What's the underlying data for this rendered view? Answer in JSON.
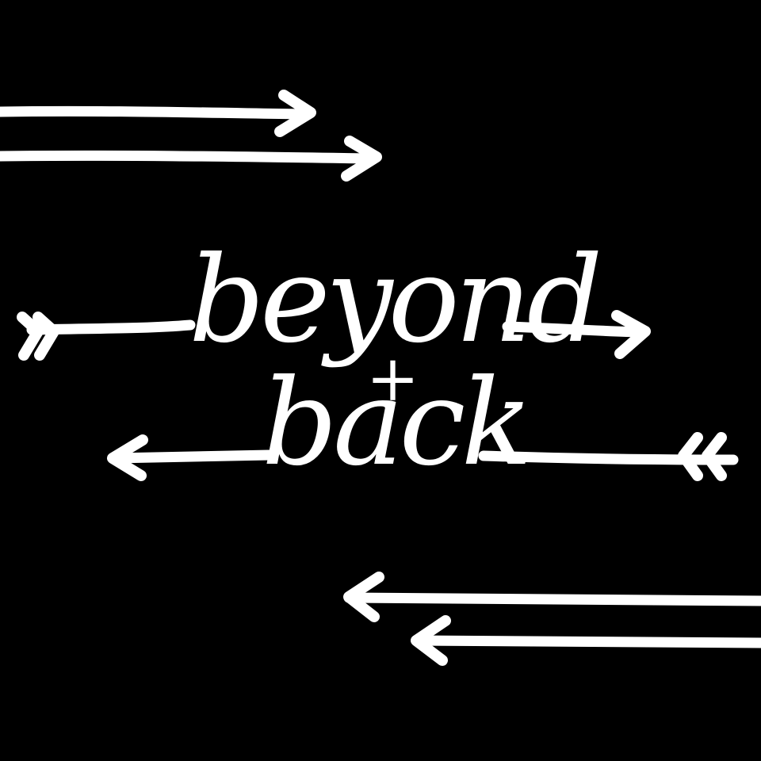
{
  "artwork": {
    "title_line_1": "beyond",
    "conjunction": "+",
    "title_line_2": "back",
    "background_color": "#000000",
    "ink_color": "#ffffff"
  },
  "arrows": [
    {
      "name": "top-arrow-1",
      "direction": "right"
    },
    {
      "name": "top-arrow-2",
      "direction": "right"
    },
    {
      "name": "beyond-arrow",
      "direction": "right",
      "fletching": "left"
    },
    {
      "name": "back-arrow",
      "direction": "left",
      "fletching": "right"
    },
    {
      "name": "bottom-arrow-1",
      "direction": "left"
    },
    {
      "name": "bottom-arrow-2",
      "direction": "left"
    }
  ]
}
